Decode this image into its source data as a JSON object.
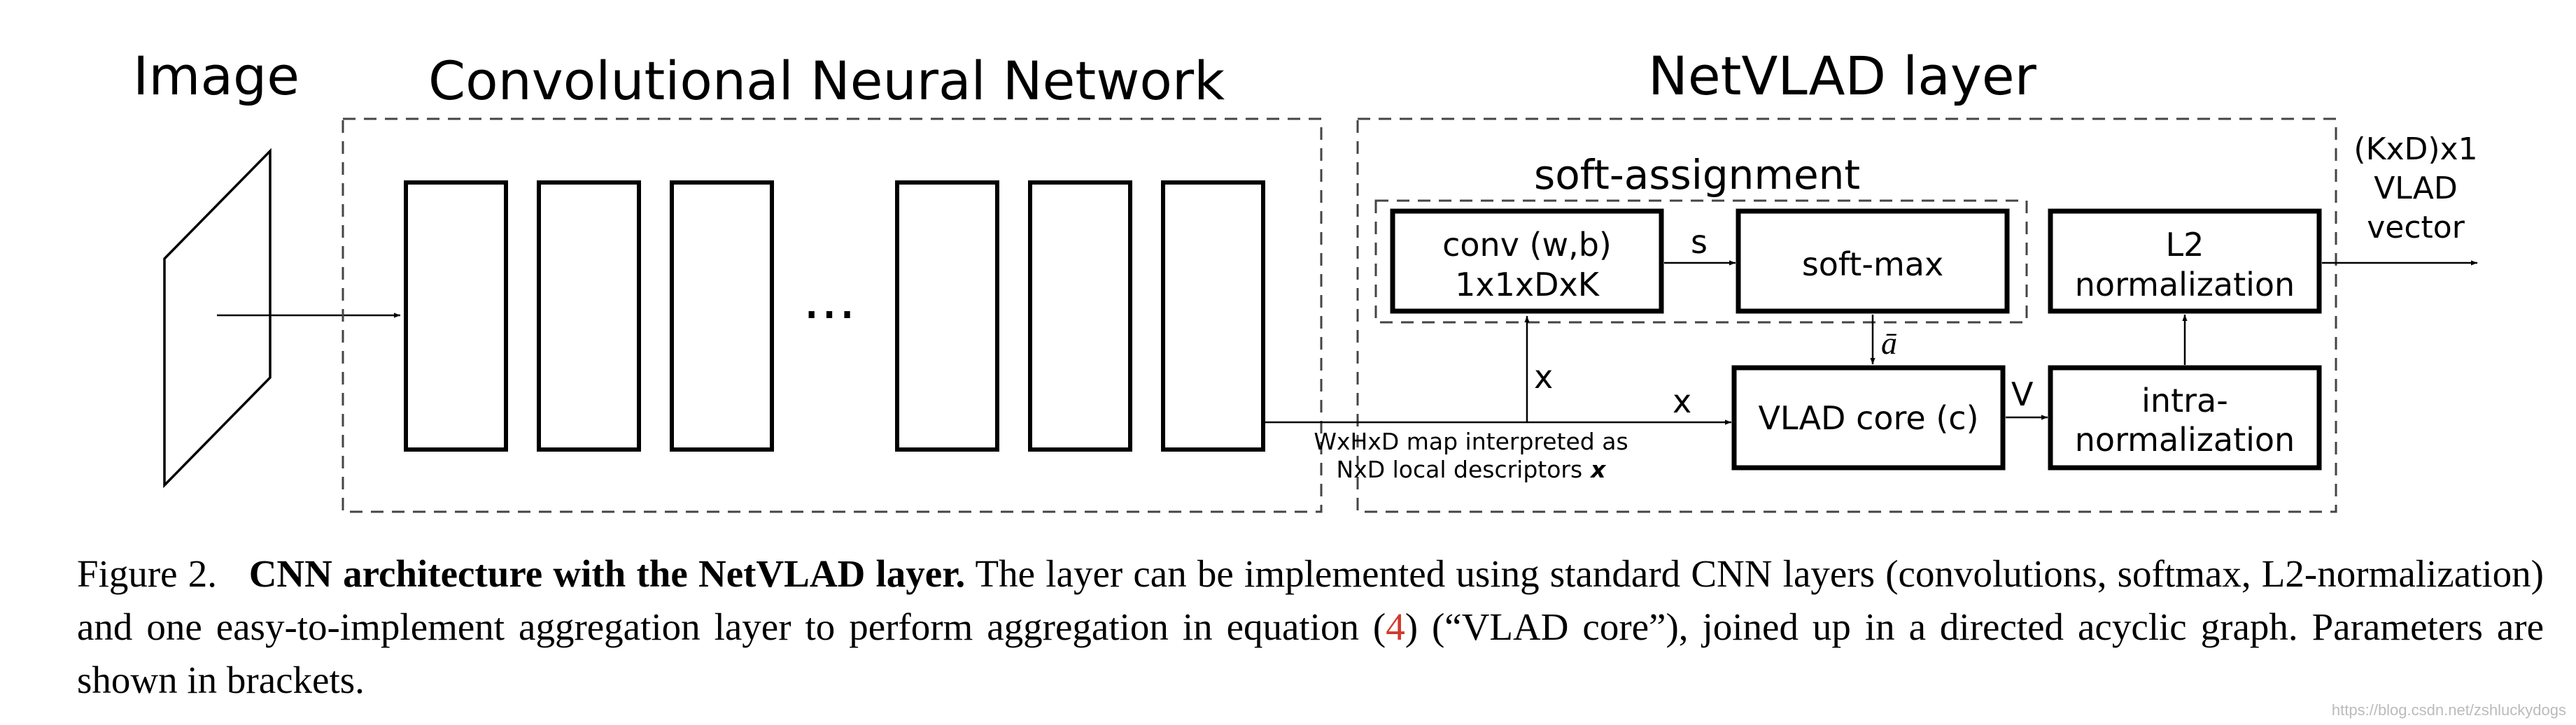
{
  "sections": {
    "image": "Image",
    "cnn": "Convolutional Neural Network",
    "netvlad": "NetVLAD layer"
  },
  "nodes": {
    "soft_assignment": "soft-assignment",
    "conv_line1": "conv (w,b)",
    "conv_line2": "1x1xDxK",
    "softmax": "soft-max",
    "vlad_core": "VLAD core (c)",
    "l2_line1": "L2",
    "l2_line2": "normalization",
    "intra_line1": "intra-",
    "intra_line2": "normalization",
    "output_line1": "(KxD)x1",
    "output_line2": "VLAD",
    "output_line3": "vector"
  },
  "edge_labels": {
    "s": "s",
    "a_bar": "ā",
    "x_up": "x",
    "x_right": "x",
    "v": "V",
    "ellipsis": "...",
    "map_line1": "WxHxD map interpreted as",
    "map_line2": "NxD local descriptors",
    "map_var": "x"
  },
  "caption": {
    "figure_label": "Figure 2.",
    "bold_title": "CNN architecture with the NetVLAD layer.",
    "text_part1": "The layer can be implemented using standard CNN layers (convolutions, softmax, L2-normalization) and one easy-to-implement aggregation layer to perform aggregation in equation (",
    "equation_ref": "4",
    "text_part2": ") (“VLAD core”), joined up in a directed acyclic graph. Parameters are shown in brackets."
  },
  "watermark": "https://blog.csdn.net/zshluckydogs"
}
